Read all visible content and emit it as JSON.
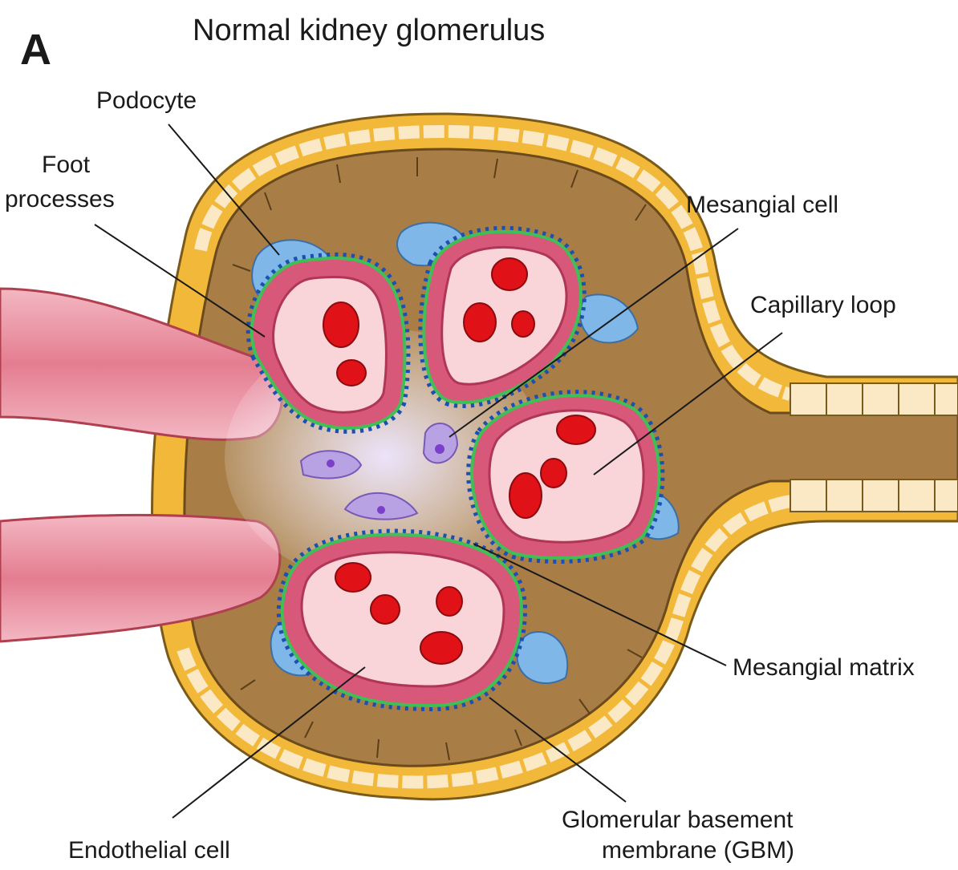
{
  "panel_letter": "A",
  "title": "Normal kidney glomerulus",
  "labels": {
    "podocyte": "Podocyte",
    "foot_processes_1": "Foot",
    "foot_processes_2": "processes",
    "mesangial_cell": "Mesangial cell",
    "capillary_loop": "Capillary loop",
    "mesangial_matrix": "Mesangial matrix",
    "gbm_1": "Glomerular basement",
    "gbm_2": "membrane (GBM)",
    "endothelial_cell": "Endothelial cell"
  },
  "colors": {
    "capsule_outer": "#f2b83a",
    "capsule_inner": "#a87d46",
    "capillary_wall": "#d8587a",
    "capillary_lumen": "#f9d4d8",
    "red_cell": "#e01218",
    "podocyte": "#7fb8e8",
    "gbm": "#3fbf55",
    "foot_process": "#1d4fb0",
    "mesangial": "#b9a2e3",
    "vessel": "#e58898"
  }
}
